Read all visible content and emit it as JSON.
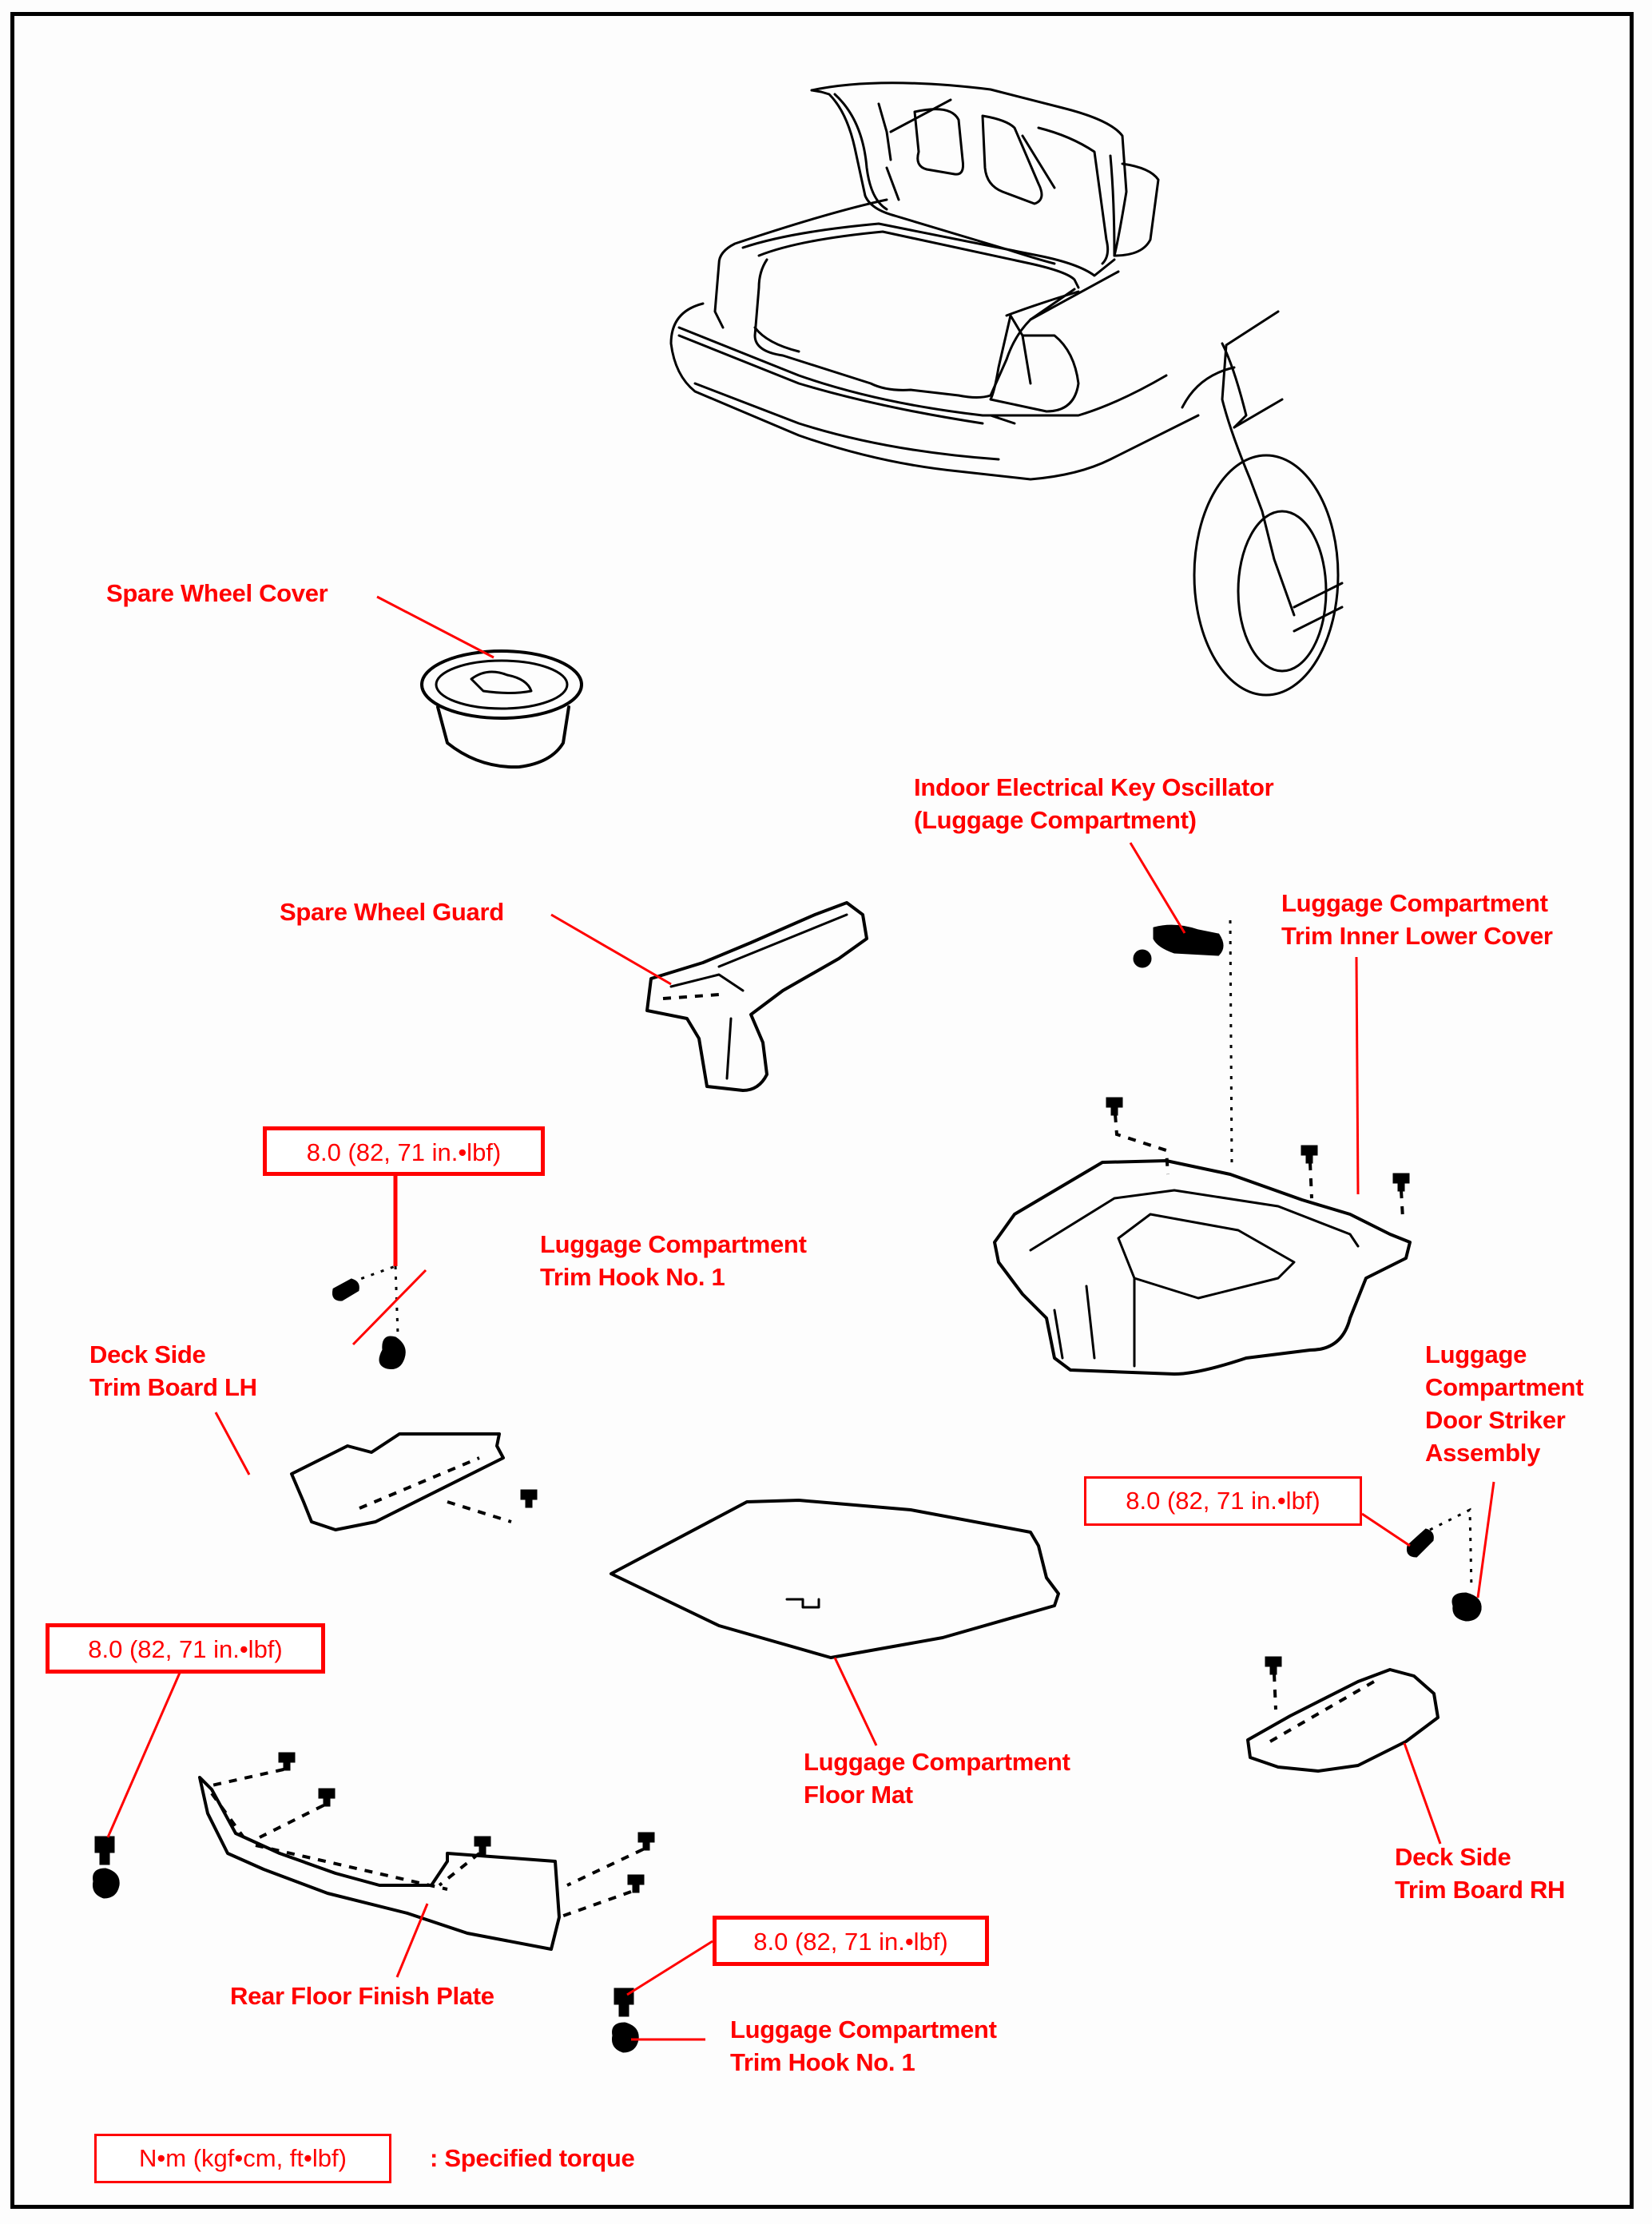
{
  "diagram": {
    "title": "Luggage Compartment Trim Components",
    "label_color": "#ff0000",
    "line_color": "#000000",
    "parts": [
      {
        "id": "spare_wheel_cover",
        "label": "Spare Wheel Cover"
      },
      {
        "id": "indoor_key_oscillator",
        "label_lines": [
          "Indoor Electrical Key Oscillator",
          "(Luggage Compartment)"
        ]
      },
      {
        "id": "trim_inner_lower_cover",
        "label_lines": [
          "Luggage Compartment",
          "Trim Inner Lower Cover"
        ]
      },
      {
        "id": "spare_wheel_guard",
        "label": "Spare Wheel Guard"
      },
      {
        "id": "trim_hook_1_upper",
        "label_lines": [
          "Luggage Compartment",
          "Trim Hook No. 1"
        ]
      },
      {
        "id": "deck_side_trim_board_lh",
        "label_lines": [
          "Deck Side",
          "Trim Board LH"
        ]
      },
      {
        "id": "door_striker_assembly",
        "label_lines": [
          "Luggage",
          "Compartment",
          "Door Striker",
          "Assembly"
        ]
      },
      {
        "id": "floor_mat",
        "label_lines": [
          "Luggage Compartment",
          "Floor Mat"
        ]
      },
      {
        "id": "deck_side_trim_board_rh",
        "label_lines": [
          "Deck Side",
          "Trim Board RH"
        ]
      },
      {
        "id": "rear_floor_finish_plate",
        "label": "Rear Floor Finish Plate"
      },
      {
        "id": "trim_hook_1_lower",
        "label_lines": [
          "Luggage Compartment",
          "Trim Hook No. 1"
        ]
      }
    ],
    "torque_specs": [
      {
        "id": "torque_trim_hook_upper",
        "value": "8.0 (82, 71 in.•lbf)"
      },
      {
        "id": "torque_door_striker",
        "value": "8.0 (82, 71 in.•lbf)"
      },
      {
        "id": "torque_trim_hook_left",
        "value": "8.0 (82, 71 in.•lbf)"
      },
      {
        "id": "torque_trim_hook_lower",
        "value": "8.0 (82, 71 in.•lbf)"
      }
    ],
    "legend": {
      "unit_box": "N•m (kgf•cm, ft•lbf)",
      "description": ": Specified torque"
    }
  }
}
